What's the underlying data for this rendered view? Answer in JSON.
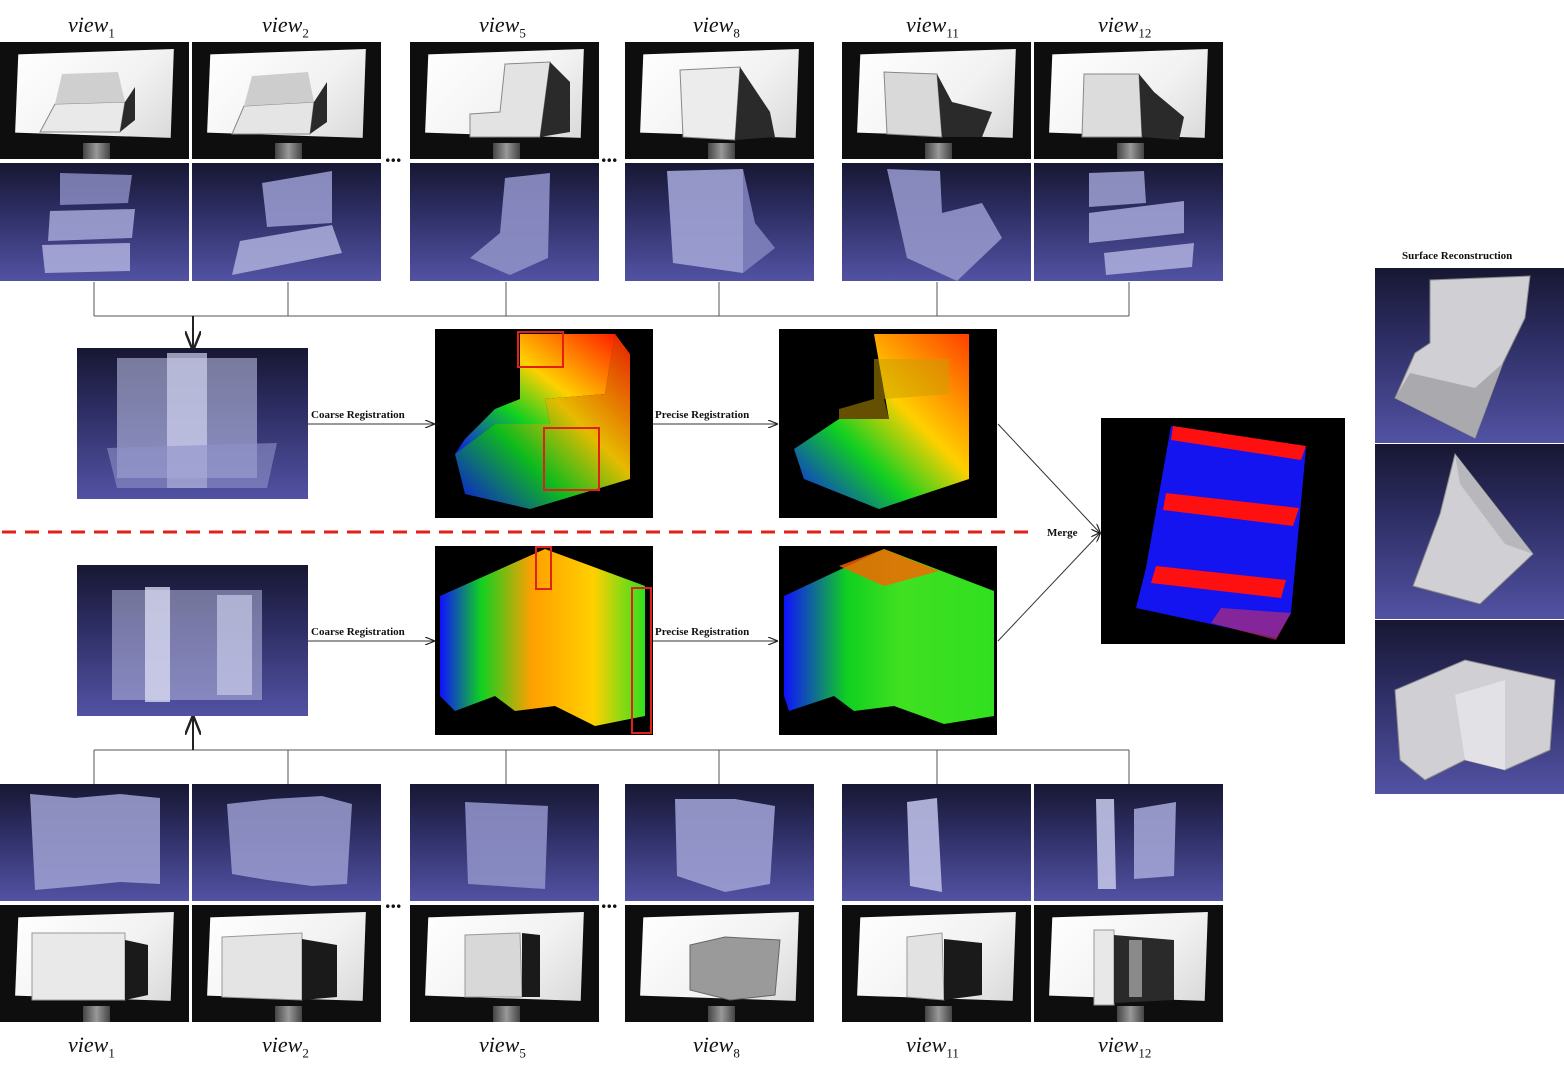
{
  "top_views": [
    {
      "base": "view",
      "sub": "1"
    },
    {
      "base": "view",
      "sub": "2"
    },
    {
      "base": "view",
      "sub": "5"
    },
    {
      "base": "view",
      "sub": "8"
    },
    {
      "base": "view",
      "sub": "11"
    },
    {
      "base": "view",
      "sub": "12"
    }
  ],
  "bottom_views": [
    {
      "base": "view",
      "sub": "1"
    },
    {
      "base": "view",
      "sub": "2"
    },
    {
      "base": "view",
      "sub": "5"
    },
    {
      "base": "view",
      "sub": "8"
    },
    {
      "base": "view",
      "sub": "11"
    },
    {
      "base": "view",
      "sub": "12"
    }
  ],
  "ellipsis": "...",
  "coarse_label_top": "Coarse Registration",
  "precise_label_top": "Precise Registration",
  "coarse_label_bottom": "Coarse Registration",
  "precise_label_bottom": "Precise Registration",
  "merge_label": "Merge",
  "surface_title": "Surface Reconstruction",
  "colors": {
    "divider": "#e0201a",
    "highlight_box": "#e0201a",
    "cloud_bg": "#3a3a7e",
    "merged_blue": "#1414f0",
    "merged_red": "#ff1010"
  }
}
